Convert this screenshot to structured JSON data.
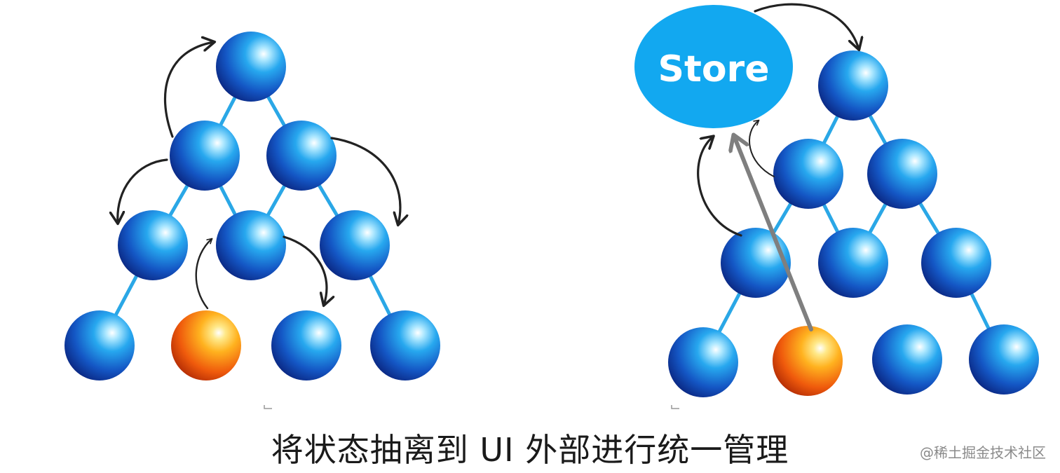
{
  "diagram": {
    "store_label": "Store",
    "caption": "将状态抽离到 UI 外部进行统一管理",
    "watermark": "@稀土掘金技术社区"
  },
  "colors": {
    "edge": "#2aa7e6",
    "node_blue": "#1a5fc0",
    "node_orange": "#f06a10",
    "store_fill": "#12a8f0",
    "arrow": "#222222",
    "store_arrow": "#808080"
  },
  "icons": [
    "sphere-node",
    "changed-node",
    "store-ellipse",
    "curved-arrow"
  ]
}
